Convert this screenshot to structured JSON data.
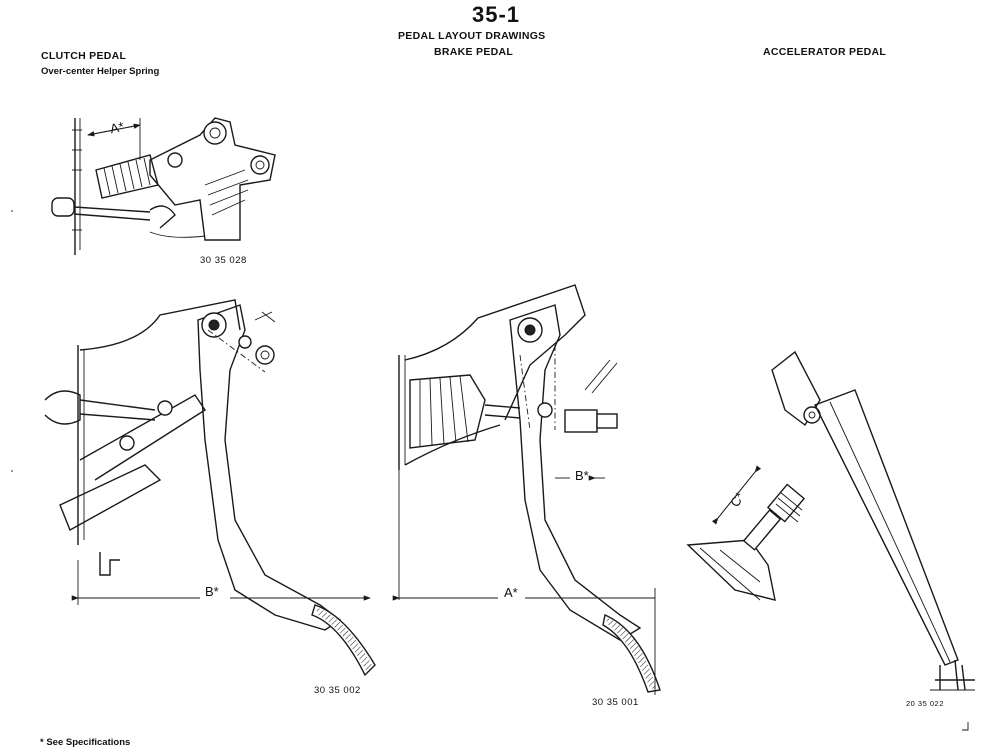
{
  "page_number": "35-1",
  "title": "PEDAL LAYOUT DRAWINGS",
  "clutch": {
    "heading": "CLUTCH PEDAL",
    "subheading": "Over-center Helper Spring",
    "inset_part_number": "30 35 028",
    "part_number": "30 35 002",
    "dim_a": "A*",
    "dim_b": "B*"
  },
  "brake": {
    "heading": "BRAKE PEDAL",
    "part_number": "30 35 001",
    "dim_a": "A*",
    "dim_b": "B*"
  },
  "accelerator": {
    "heading": "ACCELERATOR PEDAL",
    "part_number": "20 35 022",
    "dim_c": "C*"
  },
  "footnote": "* See Specifications"
}
